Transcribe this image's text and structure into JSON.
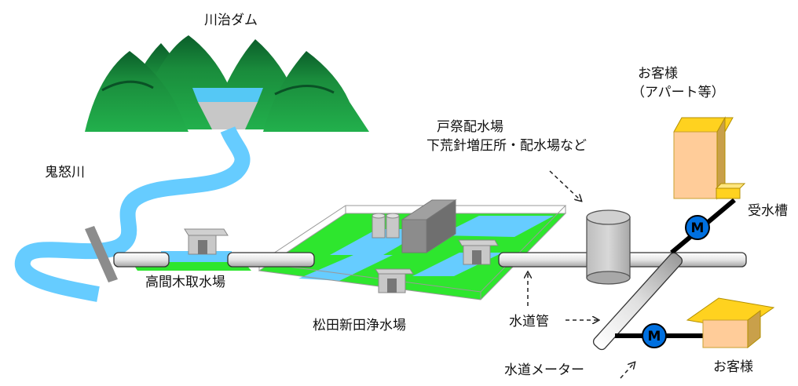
{
  "labels": {
    "dam": "川治ダム",
    "river": "鬼怒川",
    "intake": "高間木取水場",
    "plant": "松田新田浄水場",
    "reservoir_line1": "戸祭配水場",
    "reservoir_line2": "下荒針増圧所・配水場など",
    "customer_apartment_line1": "お客様",
    "customer_apartment_line2": "（アパート等）",
    "receiving_tank": "受水槽",
    "water_pipe": "水道管",
    "water_meter": "水道メーター",
    "customer_house": "お客様",
    "meter_symbol": "M"
  },
  "colors": {
    "mountain_green": "#1fa84a",
    "mountain_dark": "#0b6b2e",
    "bright_green": "#2ee62e",
    "water_blue": "#66ccff",
    "pipe_gray": "#d9d9d9",
    "meter_blue": "#0070e0",
    "building_orange": "#ffcc99",
    "roof_yellow": "#ffd21f"
  }
}
